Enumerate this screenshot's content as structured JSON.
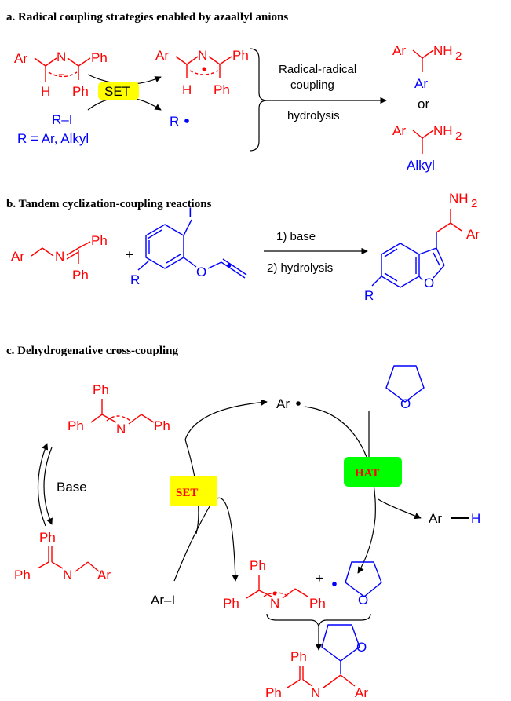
{
  "sections": {
    "a": {
      "title": "a. Radical coupling strategies enabled by azaallyl anions",
      "set_label": "SET",
      "reagent": "R–I",
      "r_definition": "R = Ar, Alkyl",
      "radical": "R",
      "step1": "Radical-radical",
      "step2": "coupling",
      "step3": "hydrolysis",
      "or": "or",
      "product2_sub": "Alkyl"
    },
    "b": {
      "title": "b. Tandem cyclization-coupling reactions",
      "step1": "1) base",
      "step2": "2) hydrolysis"
    },
    "c": {
      "title": "c. Dehydrogenative cross-coupling",
      "base": "Base",
      "set_label": "SET",
      "hat_label": "HAT",
      "aryl_iodide": "Ar–I",
      "aryl_radical": "Ar",
      "arene": "Ar",
      "plus": "+"
    }
  },
  "atoms": {
    "Ar": "Ar",
    "Ph": "Ph",
    "N": "N",
    "H": "H",
    "O": "O",
    "I": "I",
    "R": "R",
    "NH2": "NH",
    "sub2": "2",
    "plus": "+"
  },
  "colors": {
    "red": "#ff0000",
    "blue": "#0000ff",
    "set_yellow": "#ffff00",
    "hat_green": "#00ff00",
    "hat_text": "#ff0000"
  }
}
